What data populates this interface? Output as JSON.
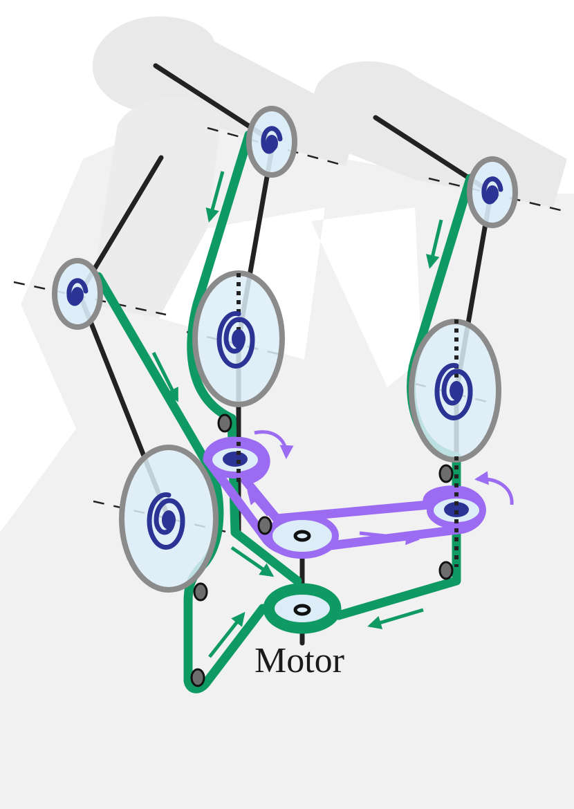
{
  "labels": {
    "motor": "Motor"
  },
  "colors": {
    "hand_silhouette": "#f1f1f1",
    "hand_shadow": "#e7e7e7",
    "tendon_green": "#0f9a63",
    "tendon_purple": "#9b6cf2",
    "pulley_fill": "#dcedf8",
    "pulley_rim": "#8b8b8b",
    "spring": "#2b3394",
    "link": "#222222",
    "axis_dash": "#222222"
  },
  "components": {
    "fingers": [
      "left-finger",
      "right-finger"
    ],
    "pulleys_per_finger": 3,
    "spring_type": "spiral-torsion-spring",
    "drive": "motor-pulley",
    "differential": "purple-tendon-loop"
  }
}
